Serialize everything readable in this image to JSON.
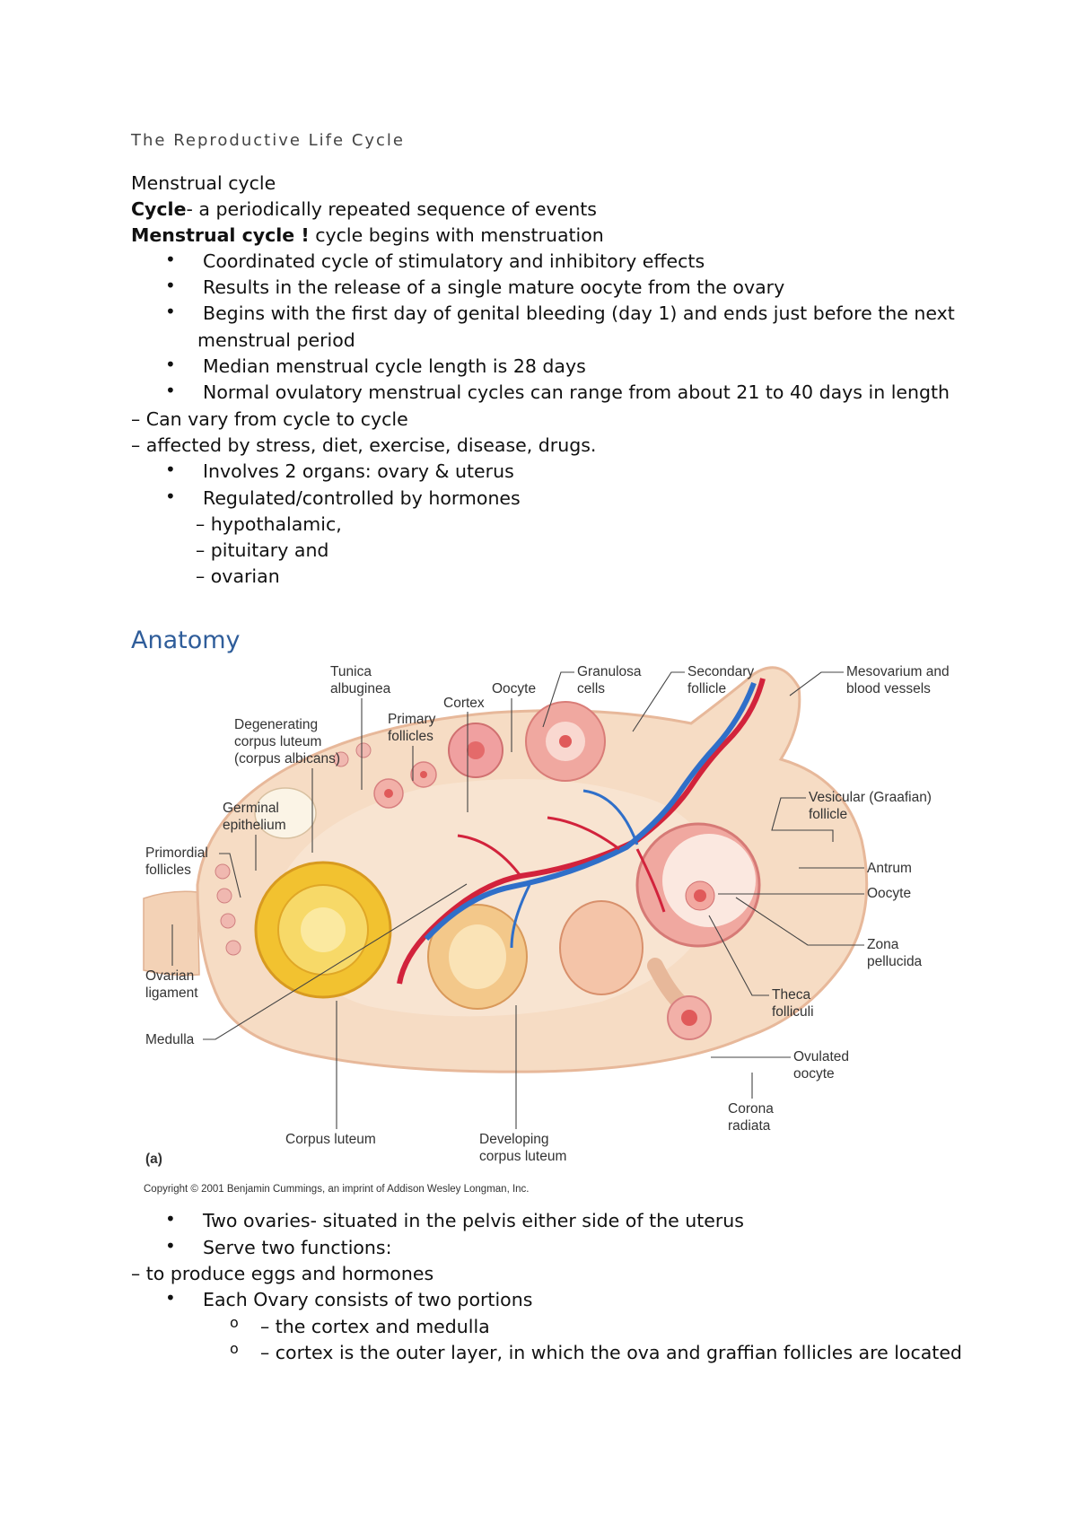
{
  "title": "The Reproductive Life Cycle",
  "section1": {
    "heading": "Menstrual cycle",
    "cycle_term": "Cycle",
    "cycle_def": "- a periodically repeated sequence of events",
    "mc_term": "Menstrual cycle !",
    "mc_def": " cycle begins with menstruation",
    "bullets": [
      "Coordinated cycle of stimulatory and inhibitory effects",
      "Results in the release of a single mature oocyte from the ovary",
      "Begins with the first day of genital bleeding (day 1) and ends just before the next",
      "menstrual period",
      "Median menstrual cycle length is 28 days",
      "Normal ovulatory menstrual cycles can range from about 21 to 40 days in length"
    ],
    "dash_lines": [
      "– Can vary from cycle to cycle",
      "– affected by stress, diet, exercise, disease, drugs."
    ],
    "bullets2": [
      "Involves 2 organs: ovary & uterus",
      "Regulated/controlled by hormones"
    ],
    "hormones": [
      "– hypothalamic,",
      "– pituitary and",
      "– ovarian"
    ]
  },
  "anatomy": {
    "heading": "Anatomy",
    "figure": {
      "labels": {
        "tunica1": "Tunica",
        "tunica2": "albuginea",
        "cortex": "Cortex",
        "oocyte_top": "Oocyte",
        "granulosa1": "Granulosa",
        "granulosa2": "cells",
        "secondary1": "Secondary",
        "secondary2": "follicle",
        "meso1": "Mesovarium and",
        "meso2": "blood vessels",
        "degen1": "Degenerating",
        "degen2": "corpus luteum",
        "degen3": "(corpus albicans)",
        "primary1": "Primary",
        "primary2": "follicles",
        "germinal1": "Germinal",
        "germinal2": "epithelium",
        "primordial1": "Primordial",
        "primordial2": "follicles",
        "vesicular1": "Vesicular (Graafian)",
        "vesicular2": "follicle",
        "antrum": "Antrum",
        "oocyte_right": "Oocyte",
        "zona1": "Zona",
        "zona2": "pellucida",
        "ovarian1": "Ovarian",
        "ovarian2": "ligament",
        "theca1": "Theca",
        "theca2": "folliculi",
        "medulla": "Medulla",
        "ovulated1": "Ovulated",
        "ovulated2": "oocyte",
        "corona1": "Corona",
        "corona2": "radiata",
        "corpus_luteum": "Corpus luteum",
        "developing1": "Developing",
        "developing2": "corpus luteum",
        "panel": "(a)",
        "copyright": "Copyright © 2001 Benjamin Cummings, an imprint of Addison Wesley Longman, Inc."
      },
      "colors": {
        "tissue": "#f6dcc4",
        "tissue_edge": "#e7b89a",
        "artery": "#d2233c",
        "vein": "#2f6fc9",
        "corpus_luteum": "#f2c230",
        "follicle": "#e88a88"
      }
    },
    "bullets": [
      "Two ovaries- situated in the pelvis either side of the uterus",
      "Serve two functions:"
    ],
    "dash_line": "– to produce eggs and hormones",
    "bullet3": "Each Ovary consists of two portions",
    "sub_bullets": [
      "–  the cortex and medulla",
      "–  cortex is the outer layer, in which the ova and graffian follicles are located"
    ]
  }
}
